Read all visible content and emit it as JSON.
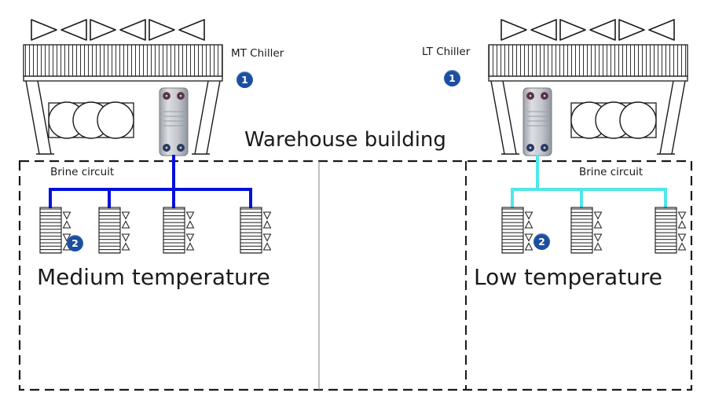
{
  "building": {
    "label": "Warehouse building"
  },
  "mt": {
    "chiller_label": "MT Chiller",
    "chiller_marker": "1",
    "circuit_label": "Brine circuit",
    "coolers_marker": "2",
    "zone_label": "Medium temperature",
    "air_cooler_count": 4
  },
  "lt": {
    "chiller_label": "LT Chiller",
    "chiller_marker": "1",
    "circuit_label": "Brine circuit",
    "coolers_marker": "2",
    "zone_label": "Low temperature",
    "air_cooler_count": 3
  },
  "colors": {
    "mt_brine": "#0011dd",
    "lt_brine": "#4fe6ec",
    "badge": "#1c4f9f",
    "line": "#1a1a1a"
  }
}
